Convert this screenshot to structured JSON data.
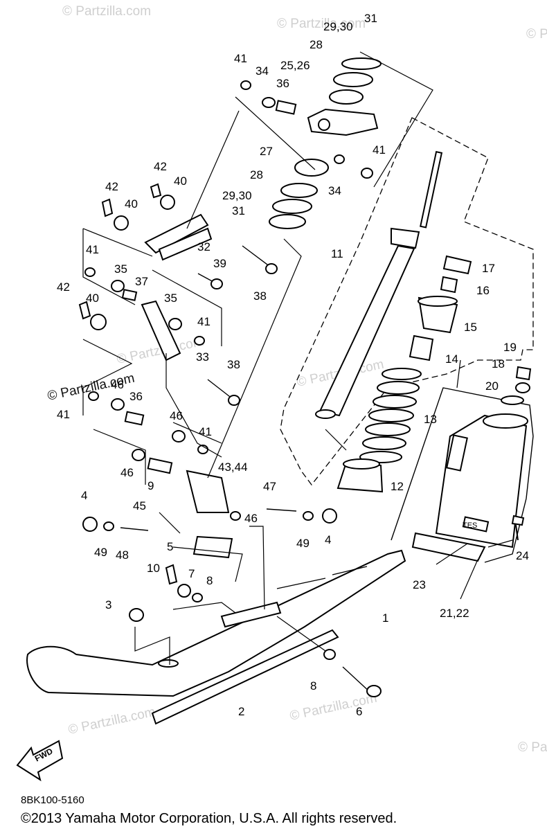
{
  "watermark": {
    "text": "© Partzilla.com"
  },
  "diagram_code": "8BK100-5160",
  "copyright": "©2013  Yamaha Motor Corporation, U.S.A. All rights reserved.",
  "fwd_label": "FWD",
  "tes_label": "TES",
  "callouts": {
    "c31": "31",
    "c2930a": "29,30",
    "c28a": "28",
    "c2526": "25,26",
    "c41a": "41",
    "c34a": "34",
    "c36a": "36",
    "c27": "27",
    "c28b": "28",
    "c2930b": "29,30",
    "c31b": "31",
    "c41b": "41",
    "c34b": "34",
    "c11": "11",
    "c42a": "42",
    "c40a": "40",
    "c42b": "42",
    "c40b": "40",
    "c32": "32",
    "c39": "39",
    "c38a": "38",
    "c41c": "41",
    "c35a": "35",
    "c37": "37",
    "c42c": "42",
    "c40c": "40",
    "c35b": "35",
    "c41d": "41",
    "c33": "33",
    "c38b": "38",
    "c46a": "46",
    "c41e": "41",
    "c36b": "36",
    "c46b": "46",
    "c41f": "41",
    "c46c": "46",
    "c9": "9",
    "c4344": "43,44",
    "c47": "47",
    "c45": "45",
    "c46d": "46",
    "c4a": "4",
    "c49a": "49",
    "c48": "48",
    "c49b": "49",
    "c4b": "4",
    "c5": "5",
    "c10": "10",
    "c7": "7",
    "c8a": "8",
    "c3": "3",
    "c17": "17",
    "c16": "16",
    "c15": "15",
    "c14": "14",
    "c13": "13",
    "c12": "12",
    "c19": "19",
    "c18": "18",
    "c20": "20",
    "c24": "24",
    "c23": "23",
    "c2122": "21,22",
    "c1": "1",
    "c8b": "8",
    "c6": "6",
    "c2": "2"
  }
}
